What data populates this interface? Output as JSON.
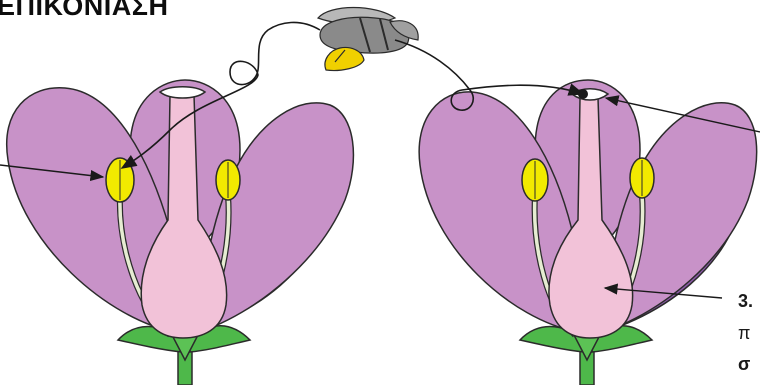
{
  "figure": {
    "title": "ΕΠΙΚΟΝΙΑΣΗ",
    "label_partial": {
      "number": "3.",
      "line1": "π",
      "line2": "σ"
    },
    "colors": {
      "petal": "#c892c8",
      "petal_dark": "#8c5aa8",
      "pistil": "#f2c2d8",
      "anther": "#f2ea00",
      "filament": "#e6ecd2",
      "stem": "#4eb84a",
      "stem_dark": "#2f8a30",
      "bee_body": "#8a8a8a",
      "bee_stripe": "#f0d000"
    }
  }
}
